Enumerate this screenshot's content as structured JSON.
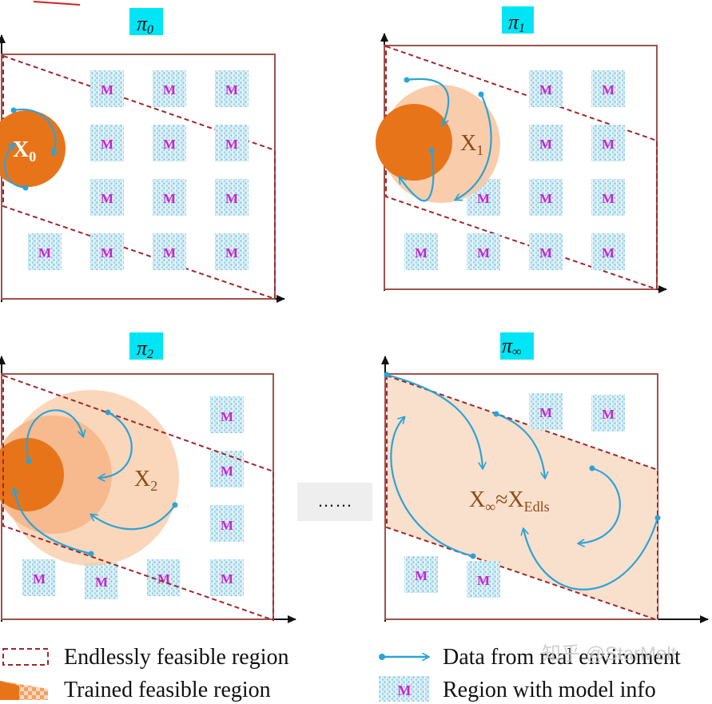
{
  "panels": [
    {
      "title": "π",
      "sub": "0",
      "label": "X",
      "label_sub": "0"
    },
    {
      "title": "π",
      "sub": "1",
      "label": "X",
      "label_sub": "1"
    },
    {
      "title": "π",
      "sub": "2",
      "label": "X",
      "label_sub": "2"
    },
    {
      "title": "π",
      "sub": "∞",
      "label": "X",
      "label_sub": "∞",
      "label_tail": "≈X",
      "label_tail_sub": "Edls"
    }
  ],
  "model_tile_label": "M",
  "ellipsis": "……",
  "legend": {
    "endless_region": "Endlessly feasible region",
    "trained_region": "Trained feasible region",
    "real_data": "Data from real enviroment",
    "model_region": "Region with model info"
  },
  "watermark": "知乎 @StarMelt",
  "colors": {
    "box": "#a0524a",
    "dash": "#a0262a",
    "trained_dark": "#e8741a",
    "trained_light": "#f8c9a4",
    "region_fill": "#f9e0cc",
    "arrow": "#2ba3d8",
    "title_bg": "#00e5f5",
    "m_text": "#cc22cc",
    "tile": "#8fcbe0",
    "label": "#8b4a18"
  }
}
